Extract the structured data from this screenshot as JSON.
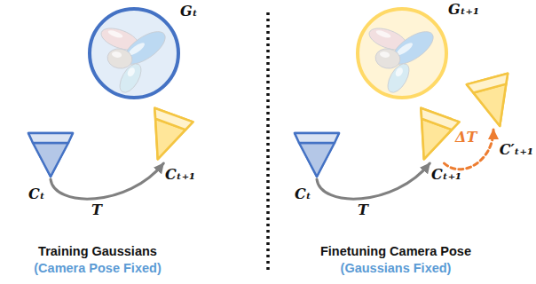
{
  "diagram": {
    "nodes": [
      {
        "text": [
          "Gₜ"
        ]
      },
      {
        "text": [
          "Cₜ"
        ]
      },
      {
        "text": [
          "Cₜ₊₁"
        ]
      },
      {
        "text": [
          "Gₜ₊₁"
        ]
      },
      {
        "text": [
          "Cₜ"
        ]
      },
      {
        "text": [
          "Cₜ₊₁"
        ]
      },
      {
        "text": [
          "C′ₜ₊₁"
        ]
      }
    ],
    "edges": [
      {
        "from": 1,
        "to": 2,
        "label": "T",
        "arrow": "to"
      },
      {
        "from": 4,
        "to": 5,
        "label": "T",
        "arrow": "to"
      },
      {
        "from": 5,
        "to": 6,
        "label": "ΔT",
        "arrow": "to"
      }
    ],
    "labels": [
      "Training Gaussians",
      "(Camera Pose Fixed)",
      "Finetuning Camera Pose",
      "(Gaussians Fixed)"
    ]
  }
}
